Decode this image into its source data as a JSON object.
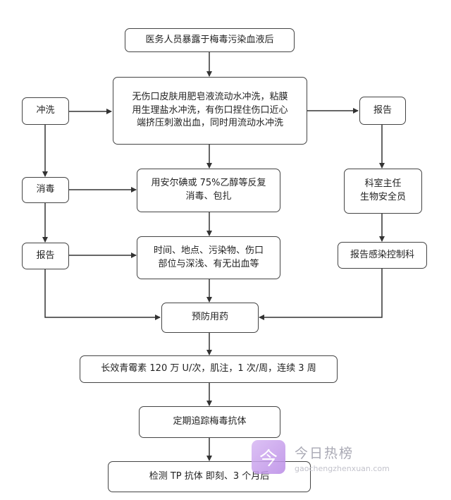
{
  "nodes": {
    "exposure": "医务人员暴露于梅毒污染血液后",
    "wash_line1": "无伤口皮肤用肥皂液流动水冲洗，粘膜",
    "wash_line2": "用生理盐水冲洗，有伤口捏住伤口近心",
    "wash_line3": "端挤压刺激出血，同时用流动水冲洗",
    "disinfect_line1": "用安尔碘或 75%乙醇等反复",
    "disinfect_line2": "消毒、包扎",
    "record_line1": "时间、地点、污染物、伤口",
    "record_line2": "部位与深浅、有无出血等",
    "prevent": "预防用药",
    "penicillin": "长效青霉素 120 万 U/次，肌注，1 次/周，连续 3 周",
    "track": "定期追踪梅毒抗体",
    "test": "检测 TP 抗体 即刻、3 个月后"
  },
  "left_labels": {
    "flush": "冲洗",
    "disinfect": "消毒",
    "report": "报告"
  },
  "right_nodes": {
    "report": "报告",
    "director_line1": "科室主任",
    "director_line2": "生物安全员",
    "infection_control": "报告感染控制科"
  },
  "watermark": {
    "title": "今日热榜",
    "url": "gaochengzhenxuan.com",
    "logo_glyph": "今"
  },
  "colors": {
    "stroke": "#333333",
    "watermark": "#b98ae6"
  }
}
